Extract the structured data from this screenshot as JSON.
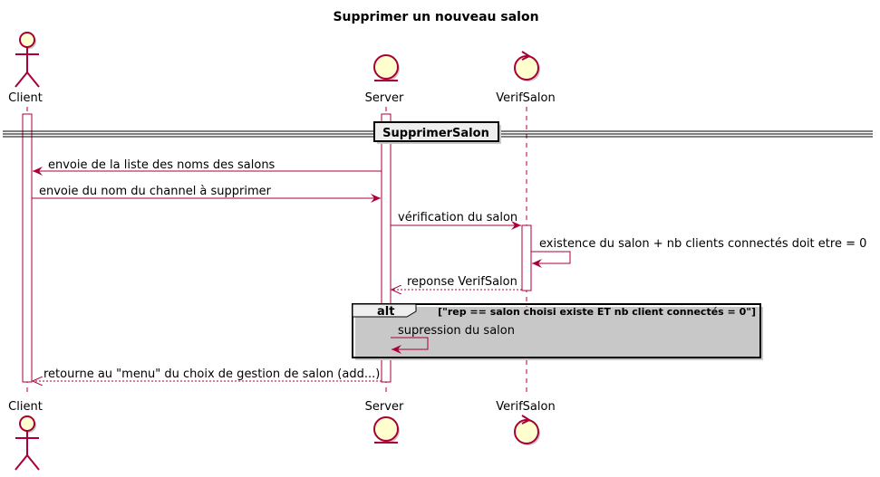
{
  "diagram": {
    "title": "Supprimer un nouveau salon",
    "participants": {
      "client": "Client",
      "server": "Server",
      "verif": "VerifSalon"
    },
    "divider": "SupprimerSalon",
    "messages": {
      "m1": "envoie de la liste des noms des salons",
      "m2": "envoie du nom du channel à supprimer",
      "m3": "vérification du salon",
      "m4": "existence du salon + nb clients connectés doit etre = 0",
      "m5": "reponse VerifSalon",
      "m6": "supression du salon",
      "m7": "retourne au \"menu\" du choix de gestion de salon (add...)"
    },
    "alt": {
      "keyword": "alt",
      "condition": "[\"rep == salon choisi existe ET nb client connectés = 0\"]"
    },
    "colors": {
      "line": "#a80036",
      "fill": "#fefece",
      "shadow": "#c8c8c8",
      "lifeline": "#a80036"
    }
  }
}
